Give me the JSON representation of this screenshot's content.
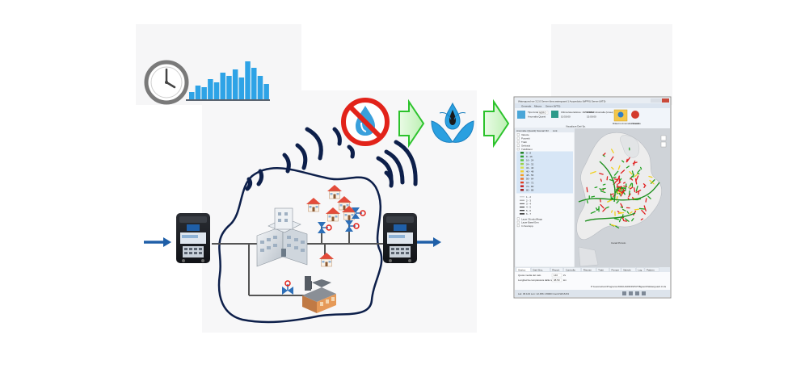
{
  "colors": {
    "flow_blue": "#1f5fa8",
    "pipe": "#555555",
    "wave": "#0d1f4a",
    "chart_bar": "#2ea3e6",
    "forbidden_red": "#e2231a",
    "drop_blue": "#3aa0dc",
    "arrow_green": "#2cc32c",
    "map_land": "#ededed",
    "map_sea": "#cfd3d8",
    "leak_red": "#e02020",
    "leak_yellow": "#f0d020",
    "leak_green": "#20a020"
  },
  "icons": {
    "clock": "clock-icon",
    "bar_chart": "bar-chart-icon",
    "no_water": "no-water-leak-icon",
    "droplet": "oil-drop-icon",
    "meter": "flow-meter-icon",
    "building": "hospital-building-icon",
    "factory": "factory-icon",
    "house": "house-icon",
    "valve": "valve-icon"
  },
  "software": {
    "window_title": "Waterguard ver 3.2.0 Server Idea waterguard-1 Acquedotto (WFP0)   Server (MT0)",
    "ribbon_tabs": [
      "Generale",
      "Misura",
      "Server (WTS)"
    ],
    "ribbon_fields": [
      "Tipo fonte",
      "Anomalia Quanti",
      "Ultima lavorazione: 19/08/2013",
      "Analisi: Anomalia (Linee)"
    ],
    "ribbon_values": [
      "NERO",
      "10:50:00",
      "15:00:00"
    ],
    "ribbon_buttons": [
      "Rilascio Anomalia Scarto",
      "Cancella"
    ],
    "ribbon_group_label": "Visualizza Dati Sp.",
    "panel_tabs": [
      "Anomalie (Quanti) Scenari",
      "Ril",
      "Link"
    ],
    "legend_items": [
      "Valvole",
      "Pozzetti",
      "Tratti",
      "Serbatoi",
      "Tubi/Rami"
    ],
    "legend_values": [
      "0 - 8",
      "8 - 16",
      "16 - 24",
      "24 - 32",
      "32 - 40",
      "40 - 48",
      "48 - 56",
      "56 - 64",
      "64 - 72",
      "72 - 80",
      "80 - 88"
    ],
    "legend_diam_values": [
      "1 - 2",
      "2 - 3",
      "3 - 4",
      "4 - 5",
      "5 - 6",
      "6 - 7"
    ],
    "legend_checks": [
      "Layer Sfondo/Mapp",
      "Layer Base/Gen",
      "In Sovrapp."
    ],
    "map_label": "Canal Piccolo",
    "bottom_tabs": [
      "Storico",
      "Dati Sinc.",
      "Report",
      "Controlla",
      "Risorse",
      "Tratti",
      "Pompe",
      "Valvole",
      "Log",
      "Pattern"
    ],
    "stats": [
      {
        "label": "Quota media del calo",
        "value": "140",
        "unit": "l/s"
      },
      {
        "label": "Lunghezza complessiva dalla rete",
        "value": "38.50",
        "unit": "km"
      }
    ],
    "path_text": "P:\\Lavorazioni\\Programmi\\WGUARD\\INPUT\\Bgwork\\Waterguard.3.xls",
    "status_text": "Lat:  45.123 Lon: 12.456   1:8000 Coord.WGS 84"
  }
}
